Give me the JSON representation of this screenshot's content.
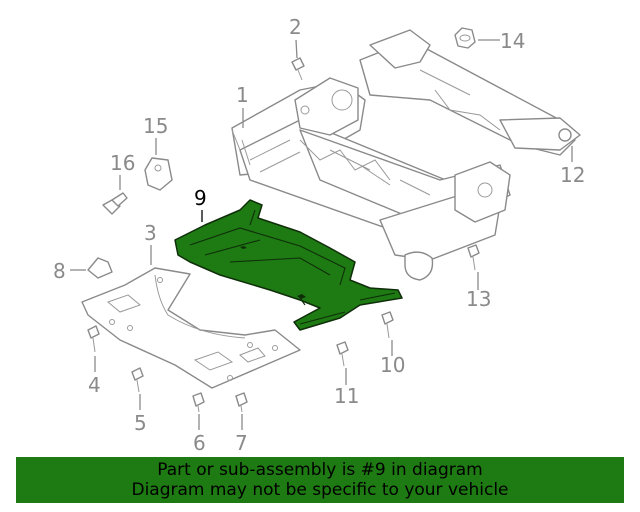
{
  "colors": {
    "highlight": "#1e7a12",
    "highlight_dark": "#0f2e0a",
    "line": "#8a8a8a",
    "banner": "#1e7a12"
  },
  "callouts": {
    "c1": "1",
    "c2": "2",
    "c3": "3",
    "c4": "4",
    "c5": "5",
    "c6": "6",
    "c7": "7",
    "c8": "8",
    "c9": "9",
    "c10": "10",
    "c11": "11",
    "c12": "12",
    "c13": "13",
    "c14": "14",
    "c15": "15",
    "c16": "16"
  },
  "banner": {
    "line1": "Part or sub-assembly is #9 in diagram",
    "line2": "Diagram may not be specific to your vehicle"
  }
}
